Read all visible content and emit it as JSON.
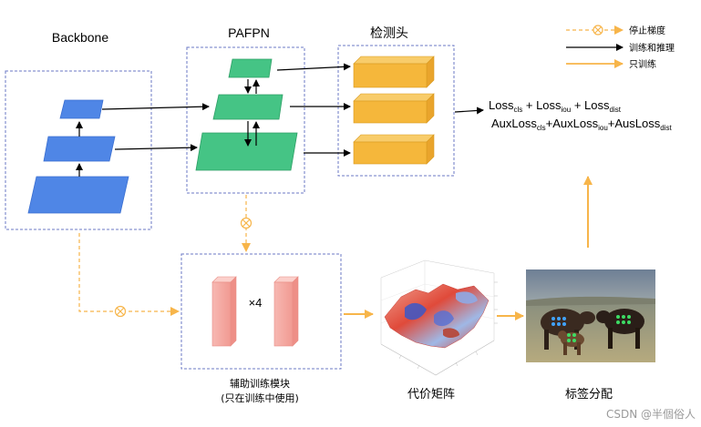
{
  "titles": {
    "backbone": "Backbone",
    "pafpn": "PAFPN",
    "head": "检测头"
  },
  "legend": {
    "stop_gradient": "停止梯度",
    "train_infer": "训练和推理",
    "train_only": "只训练"
  },
  "loss": {
    "line1": {
      "a": "Loss",
      "a_sub": "cls",
      "b": " + Loss",
      "b_sub": "iou",
      "c": " + Loss",
      "c_sub": "dist"
    },
    "line2": {
      "a": "AuxLoss",
      "a_sub": "cls",
      "b": "+AuxLoss",
      "b_sub": "iou",
      "c": "+AusLoss",
      "c_sub": "dist"
    }
  },
  "aux": {
    "multiplier": "×4",
    "caption1": "辅助训练模块",
    "caption2": "(只在训练中使用)"
  },
  "cost_matrix_label": "代价矩阵",
  "label_assign_label": "标签分配",
  "watermark": "CSDN @半個俗人",
  "colors": {
    "backbone_blue": "#4f86e6",
    "pafpn_green": "#45c485",
    "head_orange": "#f5b73b",
    "aux_pink": "#f4a6a0",
    "train_only_orange": "#f7b54a",
    "dashed_border": "#6b78c6"
  }
}
